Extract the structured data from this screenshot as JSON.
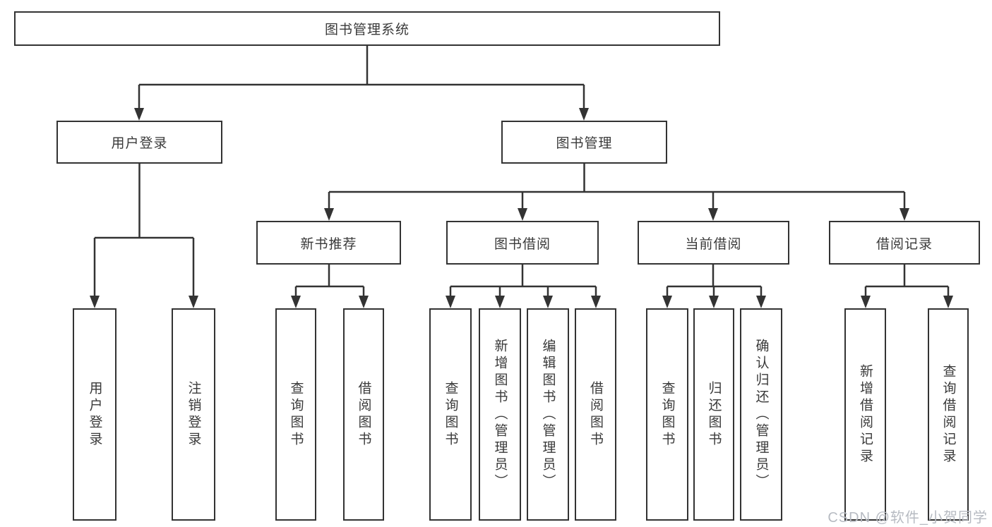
{
  "diagram": {
    "colors": {
      "line": "#333333",
      "border": "#333333",
      "text": "#3a3a3a",
      "watermark": "#b7bbc2",
      "background": "#ffffff"
    },
    "level1": {
      "title": "图书管理系统"
    },
    "level2": {
      "user_login": "用户登录",
      "book_manage": "图书管理"
    },
    "level3": {
      "new_book": "新书推荐",
      "book_borrow": "图书借阅",
      "current_borrow": "当前借阅",
      "borrow_record": "借阅记录"
    },
    "leaves": {
      "user_login": "用户登录",
      "logout": "注销登录",
      "nb_query": "查询图书",
      "nb_borrow": "借阅图书",
      "bb_query": "查询图书",
      "bb_add": "新增图书（管理员）",
      "bb_edit": "编辑图书（管理员）",
      "bb_borrow": "借阅图书",
      "cb_query": "查询图书",
      "cb_return": "归还图书",
      "cb_confirm": "确认归还（管理员）",
      "br_add": "新增借阅记录",
      "br_query": "查询借阅记录"
    },
    "watermark": "CSDN @软件_小贺同学"
  }
}
